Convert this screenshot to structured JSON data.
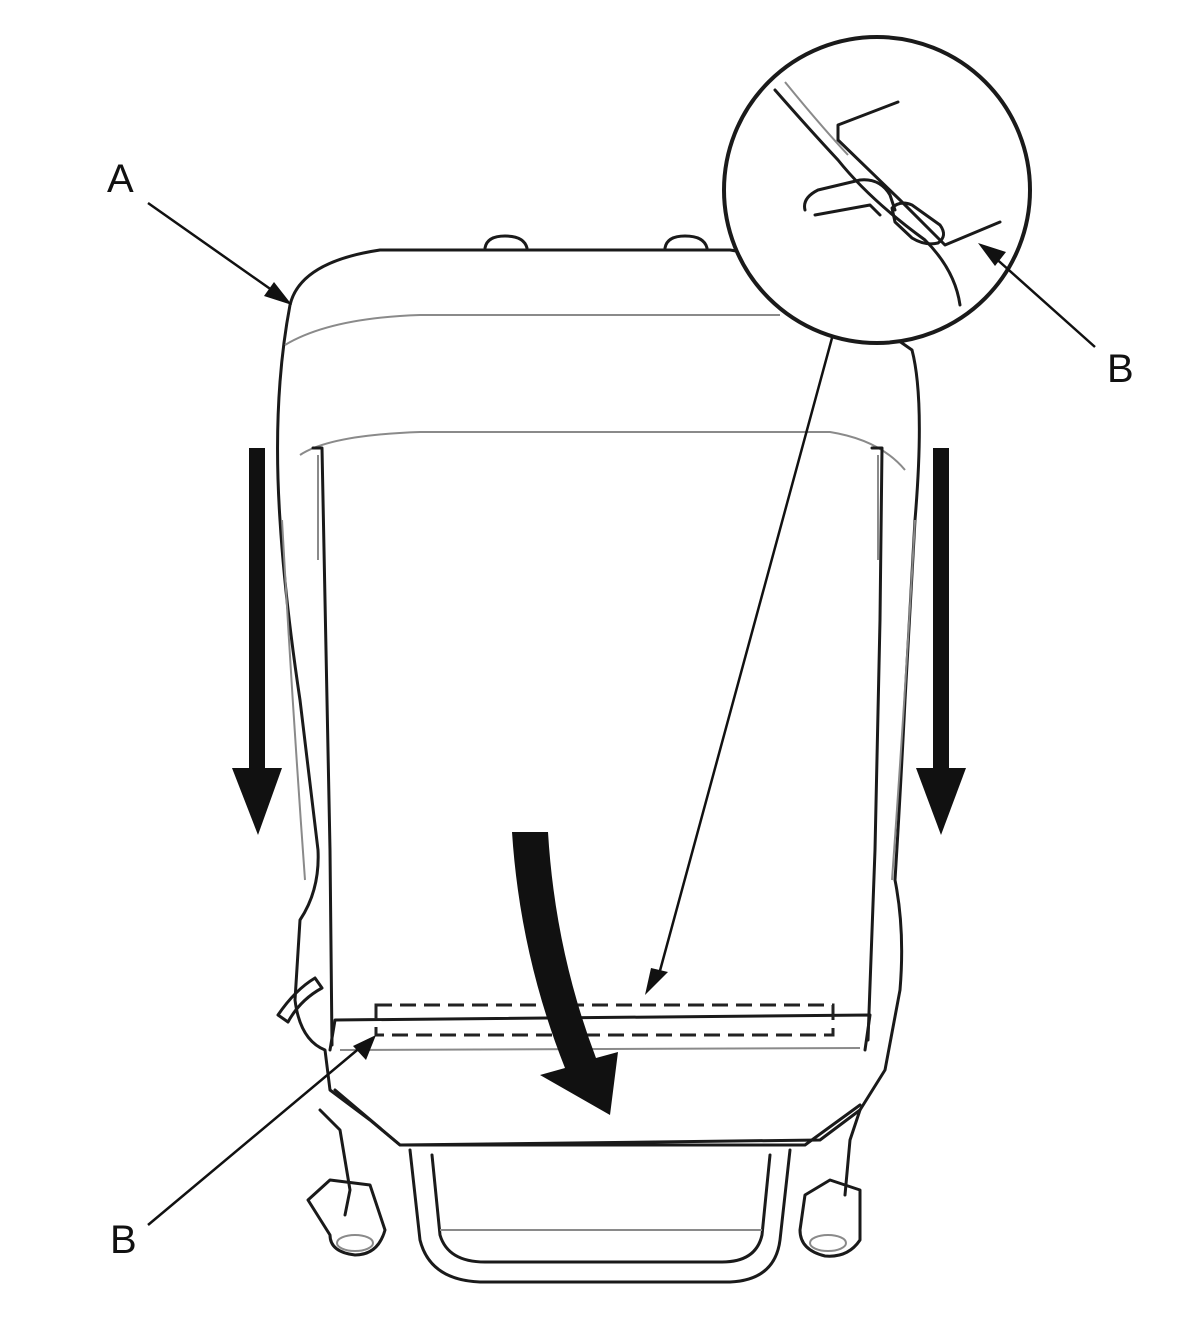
{
  "labels": {
    "cover": "A",
    "hook_detail": "B",
    "hook_bottom": "B"
  },
  "colors": {
    "line": "#1a1a1a",
    "light_line": "#8a8a8a",
    "arrow": "#111111",
    "background": "#ffffff"
  },
  "icons": {
    "movement_arrows": "down-arrow-icon",
    "rotation_arrow": "curved-arrow-icon"
  }
}
